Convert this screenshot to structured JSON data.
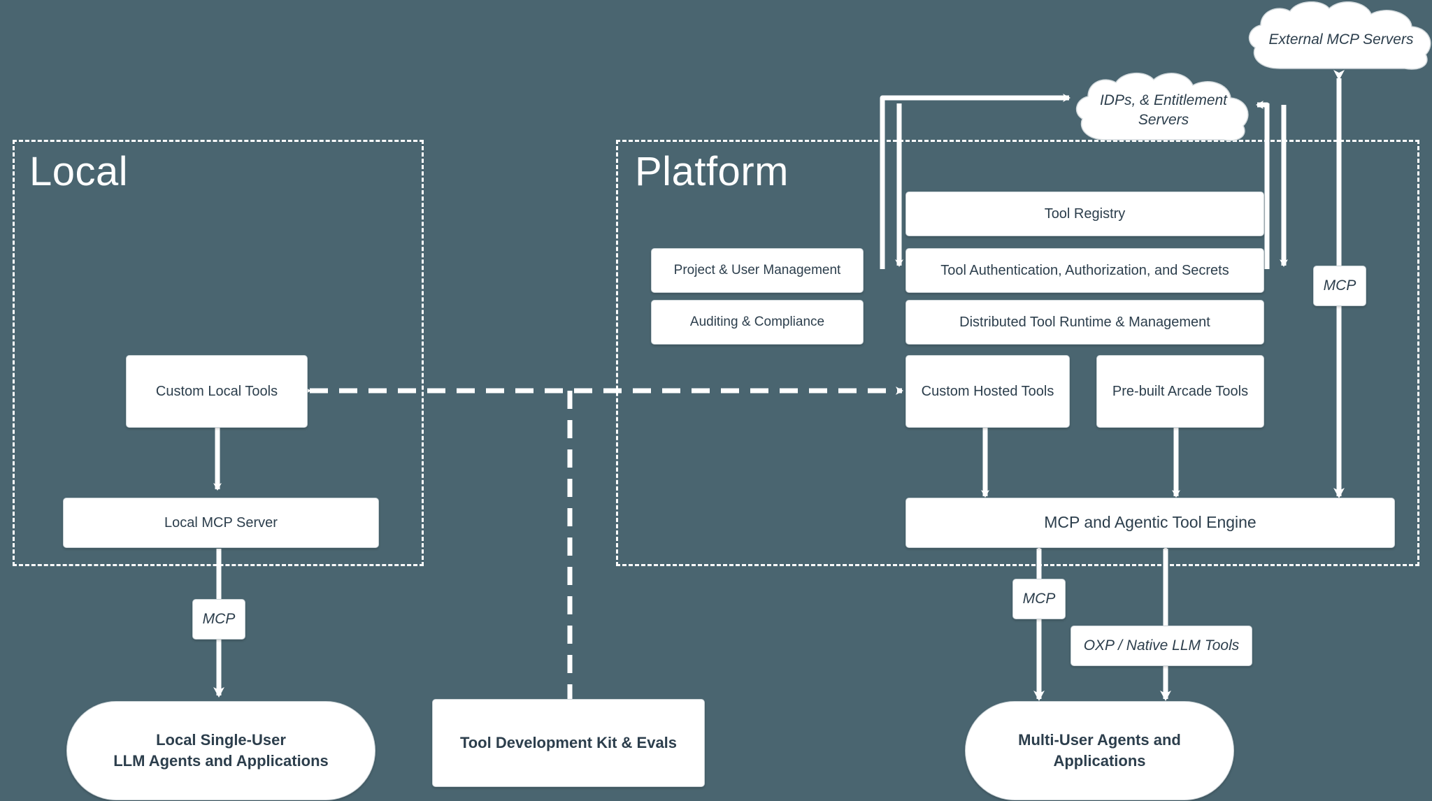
{
  "background_color": "#4a6570",
  "node_fill": "#ffffff",
  "text_color": "#2c3e4c",
  "zones": [
    {
      "id": "local",
      "title": "Local"
    },
    {
      "id": "platform",
      "title": "Platform"
    }
  ],
  "clouds": [
    {
      "id": "external-mcp-servers",
      "label": "External MCP Servers"
    },
    {
      "id": "idps-entitlement",
      "label": "IDPs, & Entitlement Servers"
    }
  ],
  "local": {
    "nodes": [
      {
        "id": "custom-local-tools",
        "label": "Custom Local Tools"
      },
      {
        "id": "local-mcp-server",
        "label": "Local MCP Server"
      }
    ],
    "edge_labels": [
      {
        "id": "local-mcp-label",
        "label": "MCP"
      }
    ],
    "consumer": {
      "id": "local-agents",
      "label_lines": [
        "Local Single-User",
        "LLM Agents and Applications"
      ]
    }
  },
  "platform": {
    "left_column": [
      {
        "id": "project-user-management",
        "label": "Project & User Management"
      },
      {
        "id": "auditing-compliance",
        "label": "Auditing & Compliance"
      }
    ],
    "right_column": [
      {
        "id": "tool-registry",
        "label": "Tool Registry"
      },
      {
        "id": "tool-auth",
        "label": "Tool Authentication, Authorization, and Secrets"
      },
      {
        "id": "distributed-tool-runtime",
        "label": "Distributed Tool Runtime & Management"
      }
    ],
    "tool_row": [
      {
        "id": "custom-hosted-tools",
        "label": "Custom Hosted Tools"
      },
      {
        "id": "prebuilt-arcade-tools",
        "label": "Pre-built Arcade Tools"
      }
    ],
    "engine": {
      "id": "mcp-agentic-tool-engine",
      "label": "MCP and Agentic Tool Engine"
    },
    "edge_labels": [
      {
        "id": "platform-mcp-label-right",
        "label": "MCP"
      },
      {
        "id": "platform-mcp-label-bottom",
        "label": "MCP"
      },
      {
        "id": "oxp-native-llm-tools",
        "label": "OXP / Native LLM Tools"
      }
    ],
    "consumer": {
      "id": "multi-user-agents",
      "label_lines": [
        "Multi-User Agents and",
        "Applications"
      ]
    }
  },
  "shared": {
    "tdk": {
      "id": "tool-development-kit",
      "label": "Tool Development Kit & Evals"
    }
  }
}
